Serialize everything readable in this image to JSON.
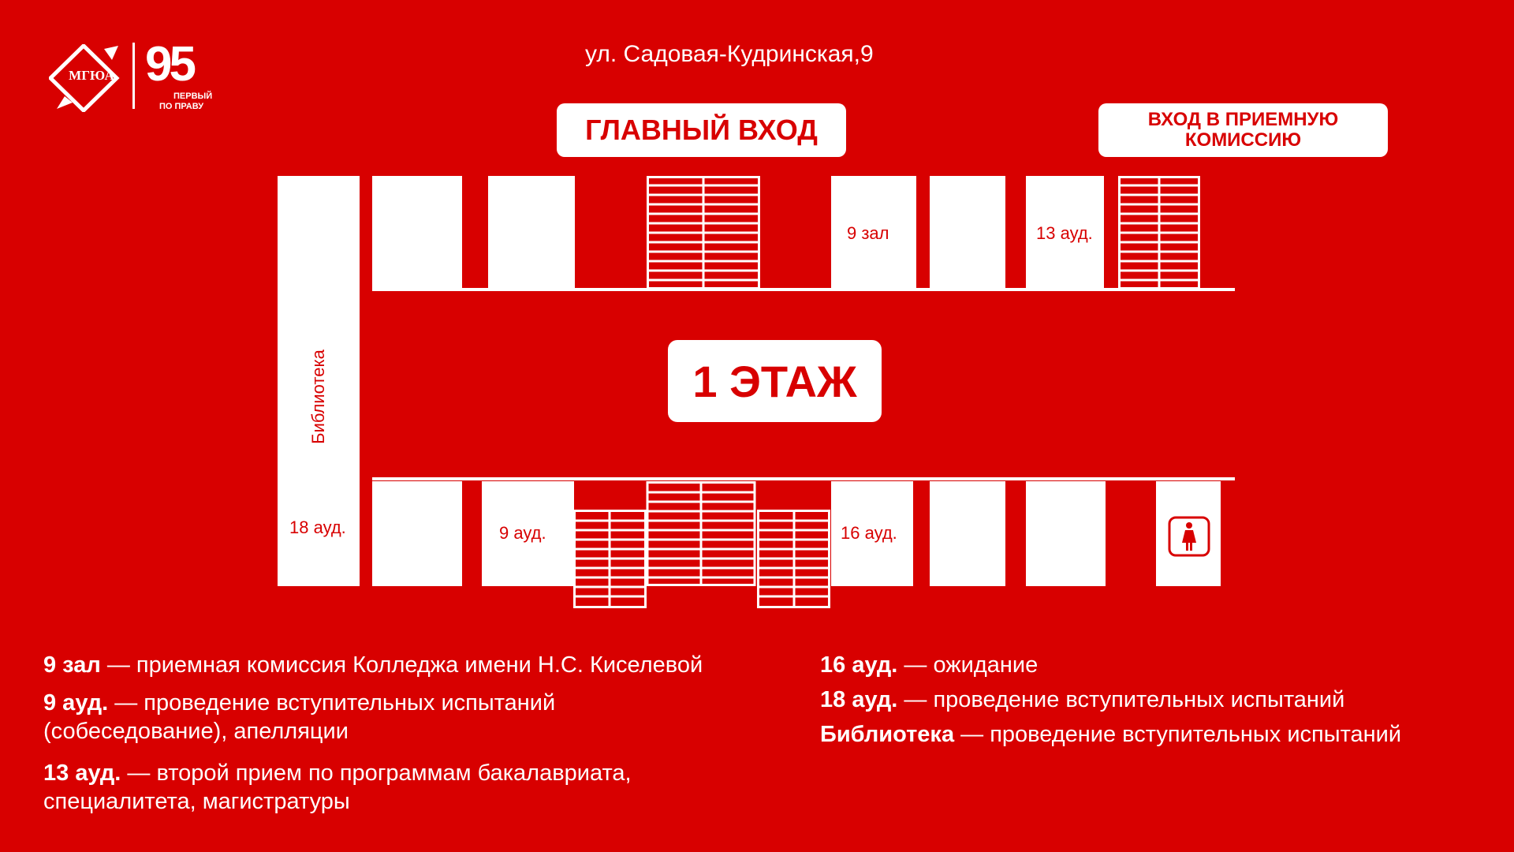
{
  "header": {
    "address": "ул. Садовая-Кудринская,9"
  },
  "logo": {
    "org_abbr": "МГЮА",
    "anniversary": "95",
    "tagline_1": "ПЕРВЫЙ",
    "tagline_2": "ПО ПРАВУ"
  },
  "entrances": {
    "main": "ГЛАВНЫЙ ВХОД",
    "admissions_line1": "ВХОД В ПРИЕМНУЮ",
    "admissions_line2": "КОМИССИЮ"
  },
  "floor": {
    "label": "1 ЭТАЖ"
  },
  "rooms": {
    "library": "Библиотека",
    "r18": "18 ауд.",
    "r9": "9 ауд.",
    "r16": "16 ауд.",
    "hall9": "9 зал",
    "r13": "13 ауд.",
    "restroom_icon": "female-restroom-icon"
  },
  "legend": {
    "item1_key": "9 зал",
    "item1_text": " — приемная комиссия Колледжа имени Н.С. Киселевой",
    "item2_key": "9 ауд.",
    "item2_text_1": " — проведение вступительных испытаний",
    "item2_text_2": "(собеседование), апелляции",
    "item3_key": "13 ауд.",
    "item3_text_1": " — второй прием по программам бакалавриата,",
    "item3_text_2": "специалитета, магистратуры",
    "item4_key": "16 ауд.",
    "item4_text": " — ожидание",
    "item5_key": "18 ауд.",
    "item5_text": " — проведение вступительных испытаний",
    "item6_key": "Библиотека",
    "item6_text": " — проведение вступительных испытаний"
  },
  "colors": {
    "background": "#d80000",
    "foreground": "#ffffff"
  }
}
